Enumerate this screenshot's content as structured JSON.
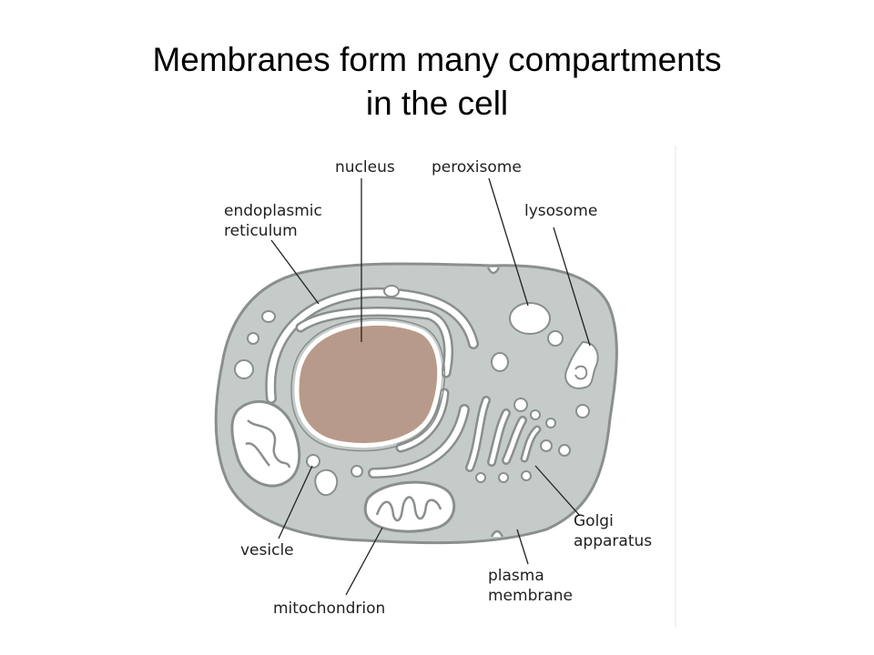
{
  "slide": {
    "title_line1": "Membranes form many compartments",
    "title_line2": "in the cell"
  },
  "labels": {
    "nucleus": "nucleus",
    "peroxisome": "peroxisome",
    "er_line1": "endoplasmic",
    "er_line2": "reticulum",
    "lysosome": "lysosome",
    "vesicle": "vesicle",
    "mitochondrion": "mitochondrion",
    "golgi_line1": "Golgi",
    "golgi_line2": "apparatus",
    "plasma_line1": "plasma",
    "plasma_line2": "membrane"
  },
  "colors": {
    "cytoplasm": "#c4cbc8",
    "membrane": "#8a8f8d",
    "nucleus": "#b89a8a",
    "background": "#ffffff"
  }
}
